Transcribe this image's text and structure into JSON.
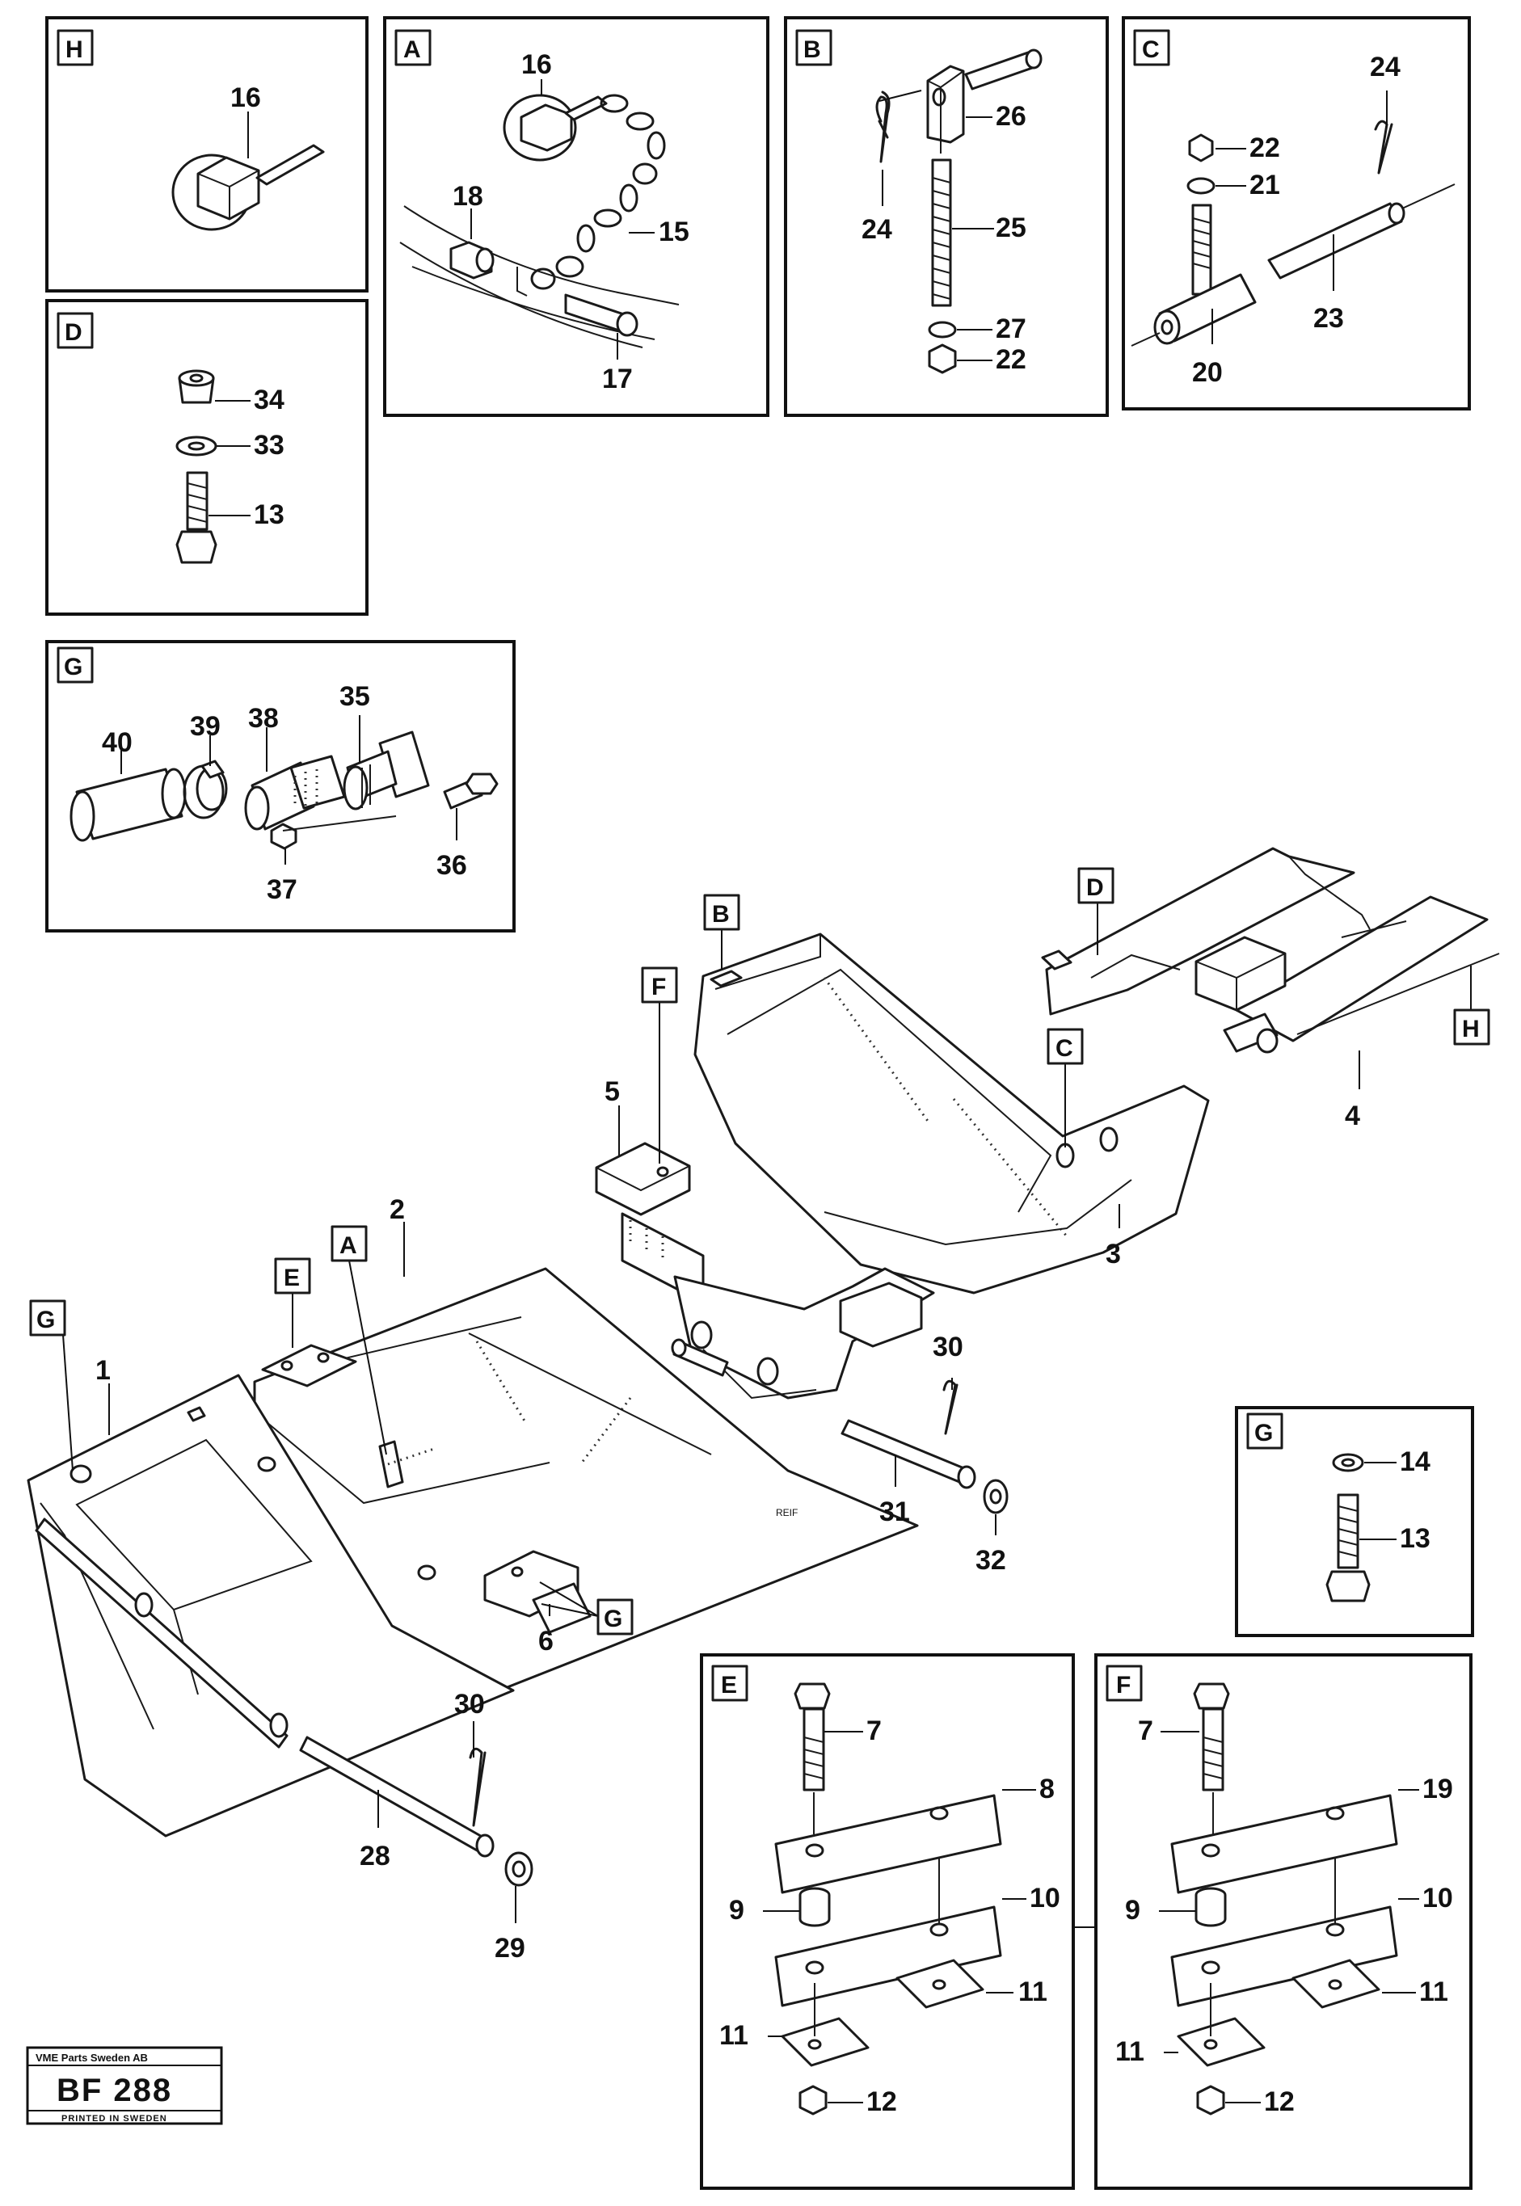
{
  "stamp": {
    "company": "VME Parts Sweden AB",
    "code": "BF 288",
    "printed": "PRINTED IN SWEDEN"
  },
  "detail_boxes": {
    "H": {
      "letter": "H",
      "labels": [
        "16"
      ]
    },
    "A": {
      "letter": "A",
      "labels": [
        "16",
        "18",
        "15",
        "17"
      ]
    },
    "B": {
      "letter": "B",
      "labels": [
        "26",
        "24",
        "25",
        "27",
        "22"
      ]
    },
    "C": {
      "letter": "C",
      "labels": [
        "24",
        "22",
        "21",
        "23",
        "20"
      ]
    },
    "D": {
      "letter": "D",
      "labels": [
        "34",
        "33",
        "13"
      ]
    },
    "G": {
      "letter": "G",
      "labels": [
        "40",
        "39",
        "38",
        "35",
        "37",
        "36"
      ]
    },
    "G2": {
      "letter": "G",
      "labels": [
        "14",
        "13"
      ]
    },
    "E": {
      "letter": "E",
      "labels": [
        "7",
        "8",
        "9",
        "10",
        "11",
        "11",
        "12"
      ]
    },
    "F": {
      "letter": "F",
      "labels": [
        "7",
        "19",
        "9",
        "10",
        "11",
        "11",
        "12"
      ]
    }
  },
  "main_assembly": {
    "callouts": [
      "B",
      "D",
      "F",
      "C",
      "H",
      "E",
      "A",
      "G",
      "G"
    ],
    "labels": [
      "5",
      "4",
      "3",
      "2",
      "1",
      "30",
      "31",
      "32",
      "6",
      "30",
      "28",
      "29"
    ],
    "marking": "REIF"
  }
}
